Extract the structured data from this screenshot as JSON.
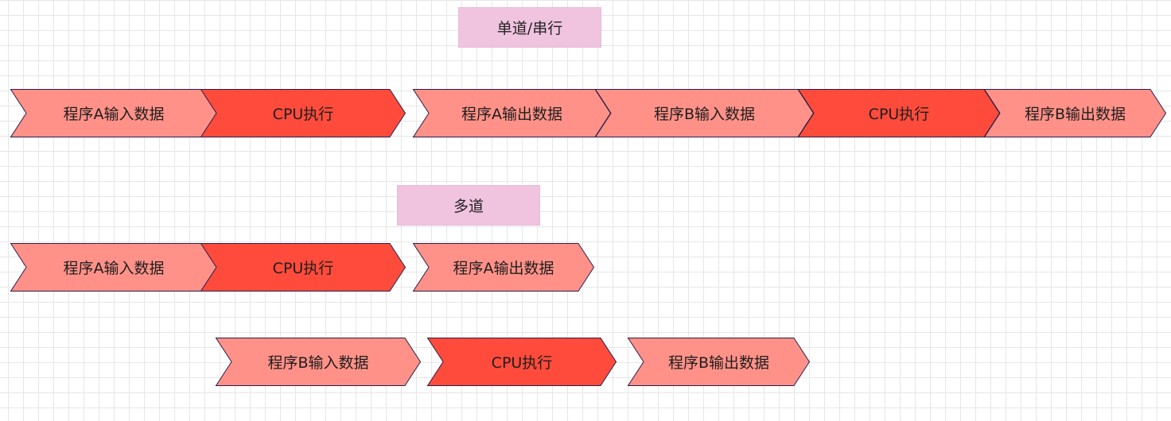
{
  "titles": {
    "serial": "单道/串行",
    "multi": "多道"
  },
  "colors": {
    "io": "#ff9188",
    "cpu": "#ff4b3b",
    "title_bg": "#f0c3df",
    "stroke": "#2a1f4a"
  },
  "serial": {
    "s1": "程序A输入数据",
    "s2": "CPU执行",
    "s3": "程序A输出数据",
    "s4": "程序B输入数据",
    "s5": "CPU执行",
    "s6": "程序B输出数据"
  },
  "multi_a": {
    "s1": "程序A输入数据",
    "s2": "CPU执行",
    "s3": "程序A输出数据"
  },
  "multi_b": {
    "s1": "程序B输入数据",
    "s2": "CPU执行",
    "s3": "程序B输出数据"
  }
}
